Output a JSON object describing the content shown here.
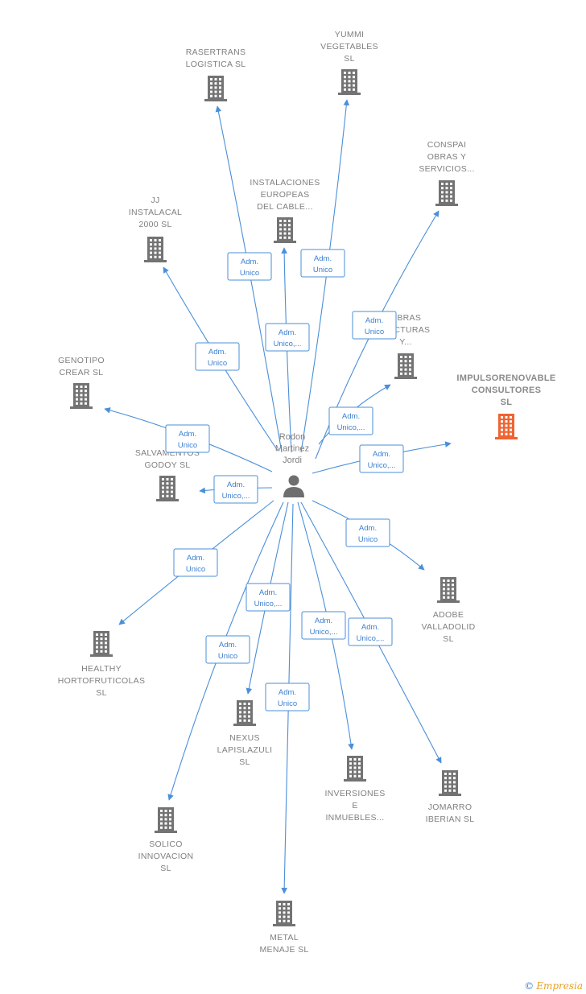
{
  "person": {
    "name_lines": [
      "Rodon",
      "Martinez",
      "Jordi"
    ]
  },
  "colors": {
    "edge": "#4a8fd9",
    "company_icon": "#737373",
    "highlight_icon": "#ef6432",
    "person_icon": "#6e6e6e"
  },
  "companies": [
    {
      "id": "rasertrans",
      "lines": [
        "RASERTRANS",
        "LOGISTICA  SL"
      ],
      "role": [
        "Adm.",
        "Unico"
      ]
    },
    {
      "id": "yummi",
      "lines": [
        "YUMMI",
        "VEGETABLES",
        "SL"
      ],
      "role": [
        "Adm.",
        "Unico"
      ]
    },
    {
      "id": "conspai",
      "lines": [
        "CONSPAI",
        "OBRAS Y",
        "SERVICIOS..."
      ],
      "role": [
        "Adm.",
        "Unico"
      ]
    },
    {
      "id": "instalaciones",
      "lines": [
        "INSTALACIONES",
        "EUROPEAS",
        "DEL CABLE..."
      ],
      "role": [
        "Adm.",
        "Unico,..."
      ]
    },
    {
      "id": "jj",
      "lines": [
        "JJ",
        "INSTALACAL",
        "2000  SL"
      ],
      "role": [
        "Adm.",
        "Unico"
      ]
    },
    {
      "id": "obras",
      "lines": [
        "OBRAS",
        "RUCTURAS",
        "Y..."
      ],
      "role": [
        "Adm.",
        "Unico,..."
      ]
    },
    {
      "id": "genotipo",
      "lines": [
        "GENOTIPO",
        "CREAR  SL"
      ],
      "role": [
        "Adm.",
        "Unico"
      ]
    },
    {
      "id": "impulso",
      "lines": [
        "IMPULSORENOVABLE",
        "CONSULTORES",
        "SL"
      ],
      "role": [
        "Adm.",
        "Unico,..."
      ],
      "highlight": true
    },
    {
      "id": "salvamentos",
      "lines": [
        "SALVAMENTOS",
        "GODOY  SL"
      ],
      "role": [
        "Adm.",
        "Unico,..."
      ]
    },
    {
      "id": "adobe",
      "lines": [
        "ADOBE",
        "VALLADOLID",
        "SL"
      ],
      "role": [
        "Adm.",
        "Unico"
      ]
    },
    {
      "id": "healthy",
      "lines": [
        "HEALTHY",
        "HORTOFRUTICOLAS",
        "SL"
      ],
      "role": [
        "Adm.",
        "Unico"
      ]
    },
    {
      "id": "nexus",
      "lines": [
        "NEXUS",
        "LAPISLAZULI",
        "SL"
      ],
      "role": [
        "Adm.",
        "Unico,..."
      ]
    },
    {
      "id": "solico",
      "lines": [
        "SOLICO",
        "INNOVACION",
        "SL"
      ],
      "role": [
        "Adm.",
        "Unico"
      ]
    },
    {
      "id": "inversiones",
      "lines": [
        "INVERSIONES",
        "E",
        "INMUEBLES..."
      ],
      "role": [
        "Adm.",
        "Unico,..."
      ]
    },
    {
      "id": "jomarro",
      "lines": [
        "JOMARRO",
        "IBERIAN  SL"
      ],
      "role": [
        "Adm.",
        "Unico,..."
      ]
    },
    {
      "id": "metal",
      "lines": [
        "METAL",
        "MENAJE  SL"
      ],
      "role": [
        "Adm.",
        "Unico"
      ]
    }
  ],
  "credit": {
    "symbol": "©",
    "brand": "Empresia"
  }
}
